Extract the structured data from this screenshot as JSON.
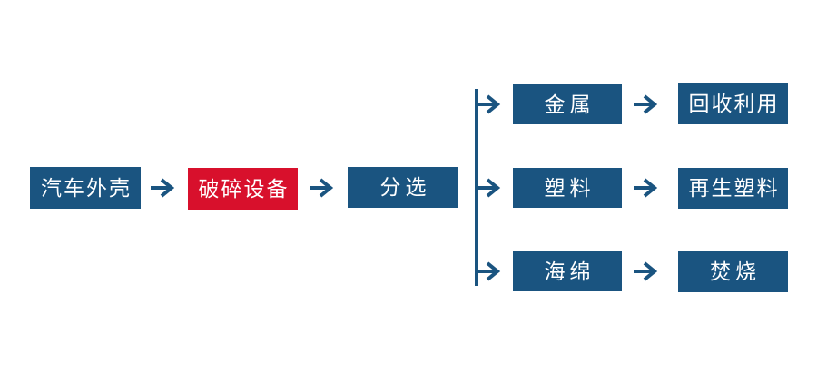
{
  "colors": {
    "box_blue": "#1a5480",
    "box_red": "#d8102c",
    "box_text": "#ffffff",
    "arrow": "#1a5480",
    "background": "#ffffff"
  },
  "flow": {
    "source": {
      "label": "汽车外壳"
    },
    "process": {
      "label": "破碎设备"
    },
    "sorter": {
      "label": "分选"
    },
    "branches": [
      {
        "material": "金属",
        "outcome": "回收利用"
      },
      {
        "material": "塑料",
        "outcome": "再生塑料"
      },
      {
        "material": "海绵",
        "outcome": "焚烧"
      }
    ]
  }
}
